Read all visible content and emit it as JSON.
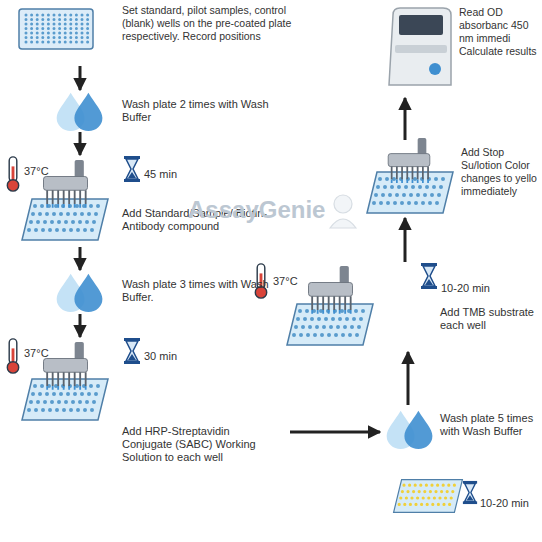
{
  "diagram": {
    "nodes": [
      {
        "text": [
          "Set standard, pilot samples, control (blank) wells on the pre-coated plate respectively. Record positions"
        ]
      },
      {
        "text": [
          "Wash plate 2 times with Wash Buffer"
        ]
      },
      {
        "text": [
          "37°C",
          "45 min",
          "Add Standard/Sample/ Biotin-Antibody compound"
        ]
      },
      {
        "text": [
          "Wash plate 3 times with Wash Buffer."
        ]
      },
      {
        "text": [
          "37°C",
          "30 min",
          "Add HRP-Streptavidin Conjugate (SABC) Working Solution to each well"
        ]
      },
      {
        "text": [
          "Wash plate 5 times with Wash Buffer",
          "10-20 min"
        ]
      },
      {
        "text": [
          "37°C",
          "10-20 min",
          "Add TMB substrate each well"
        ]
      },
      {
        "text": [
          "Add Stop Su/lotion Color changes to yello immediately"
        ]
      },
      {
        "text": [
          "Read OD absorbanc 450 nm immedi Calculate results"
        ]
      }
    ],
    "edges": [
      {
        "from": 0,
        "to": 1,
        "arrow": "to"
      },
      {
        "from": 1,
        "to": 2,
        "arrow": "to"
      },
      {
        "from": 2,
        "to": 3,
        "arrow": "to"
      },
      {
        "from": 3,
        "to": 4,
        "arrow": "to"
      },
      {
        "from": 4,
        "to": 5,
        "arrow": "to"
      },
      {
        "from": 5,
        "to": 6,
        "arrow": "to"
      },
      {
        "from": 6,
        "to": 7,
        "arrow": "to"
      },
      {
        "from": 7,
        "to": 8,
        "arrow": "to"
      }
    ],
    "labels": [
      "AssayGenie"
    ]
  }
}
